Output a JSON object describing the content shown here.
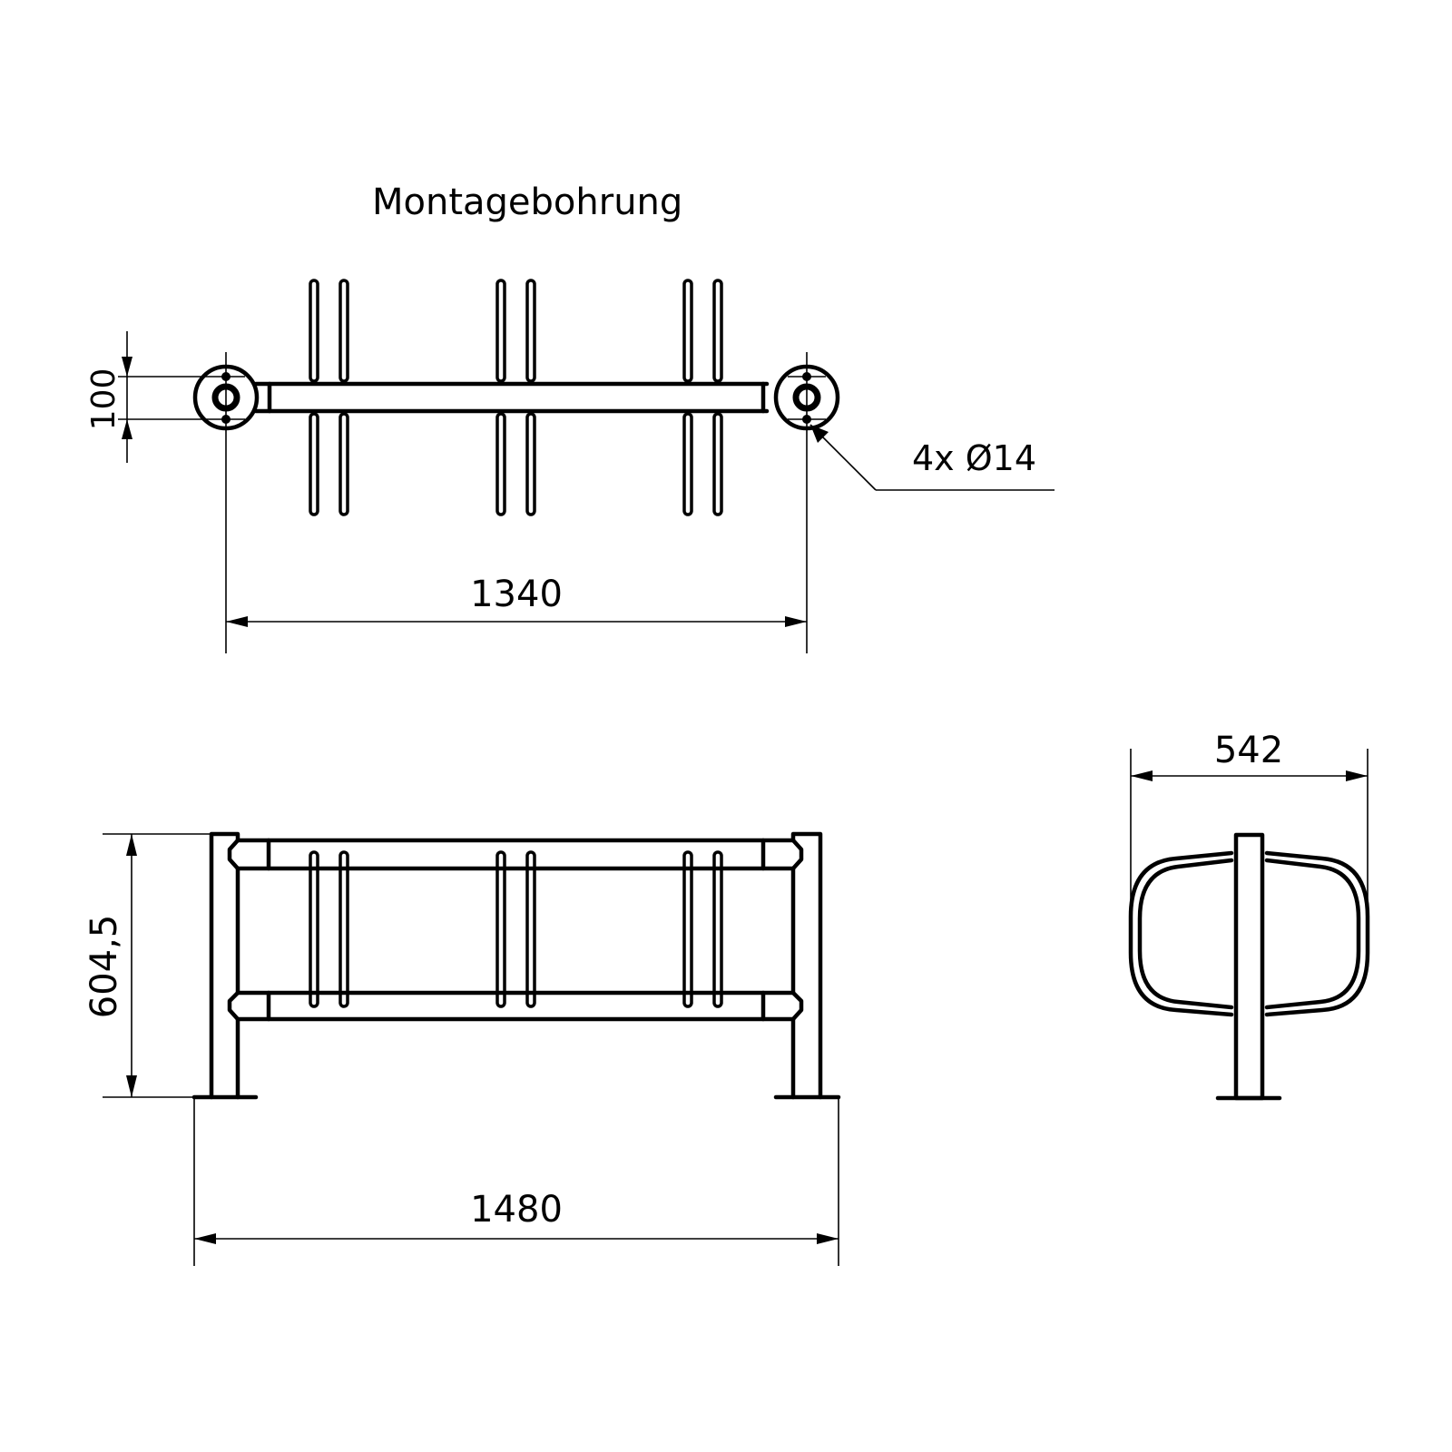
{
  "drawing": {
    "background": "#ffffff",
    "line_color": "#000000",
    "top_view": {
      "title": "Montagebohrung",
      "hole_spacing_label": "1340",
      "plate_hole_spacing_label": "100",
      "hole_callout": "4x Ø14"
    },
    "front_view": {
      "height_label": "604,5",
      "width_label": "1480"
    },
    "side_view": {
      "width_label": "542"
    }
  }
}
